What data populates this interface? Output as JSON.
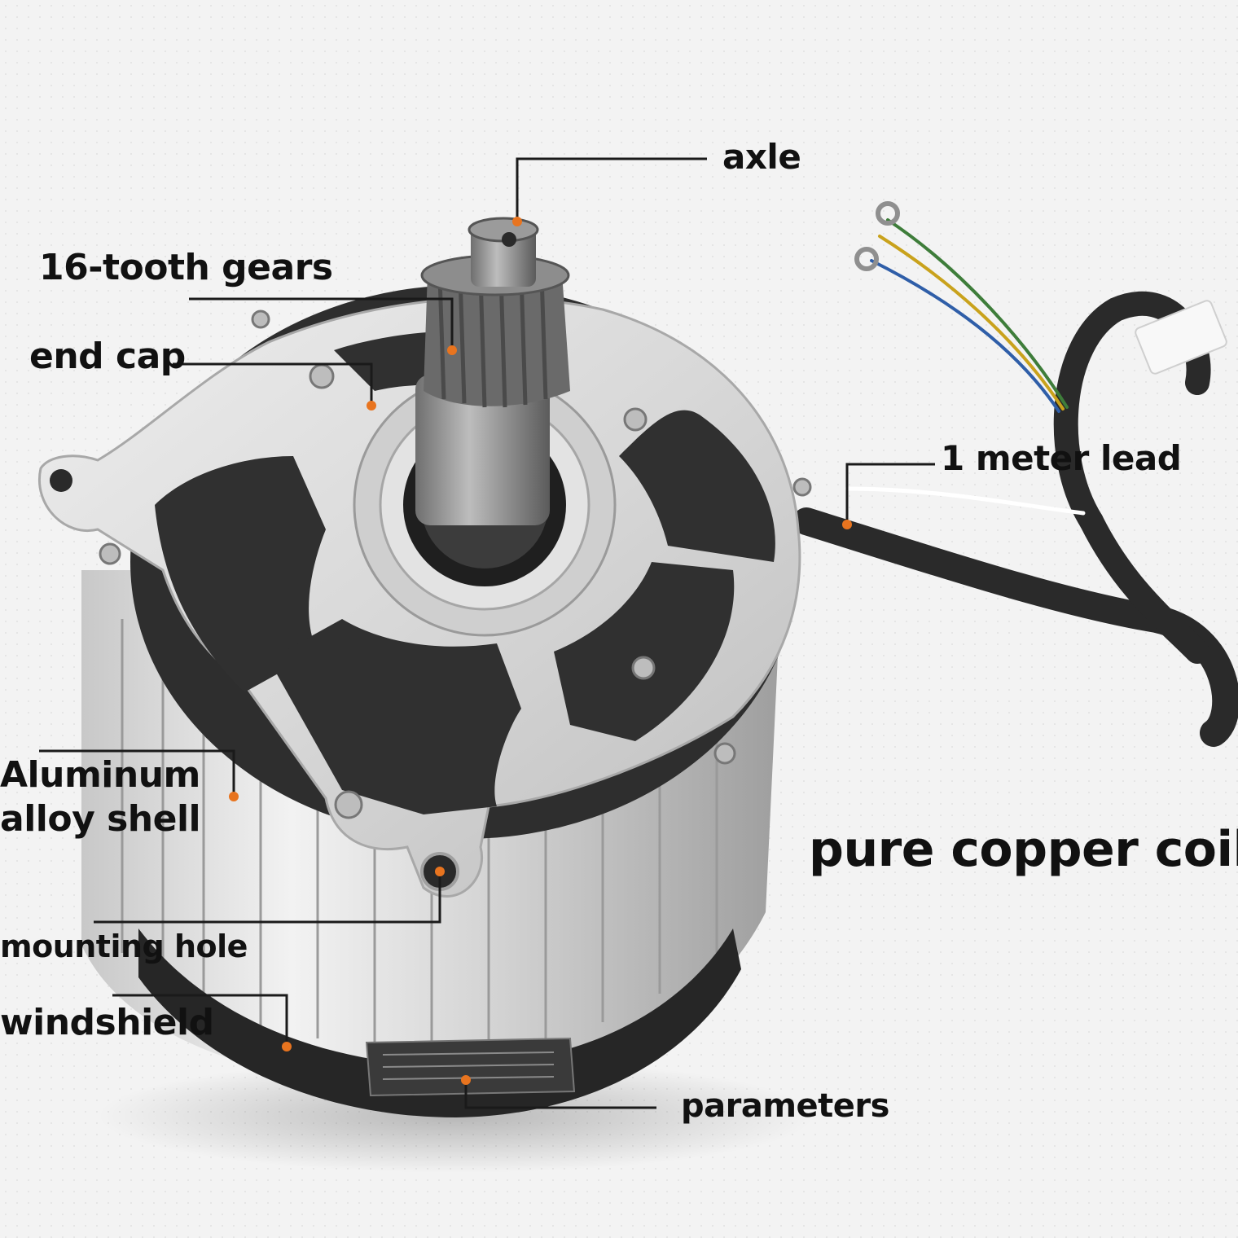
{
  "labels": {
    "axle": "axle",
    "gears": "16-tooth gears",
    "end_cap": "end cap",
    "lead": "1 meter lead",
    "shell_line1": "Aluminum",
    "shell_line2": "alloy shell",
    "copper": "pure copper coil",
    "mounting_hole": "mounting hole",
    "windshield": "windshield",
    "parameters": "parameters"
  },
  "colors": {
    "marker": "#e8741f",
    "leader_line": "#1a1a1a",
    "text": "#111111"
  }
}
